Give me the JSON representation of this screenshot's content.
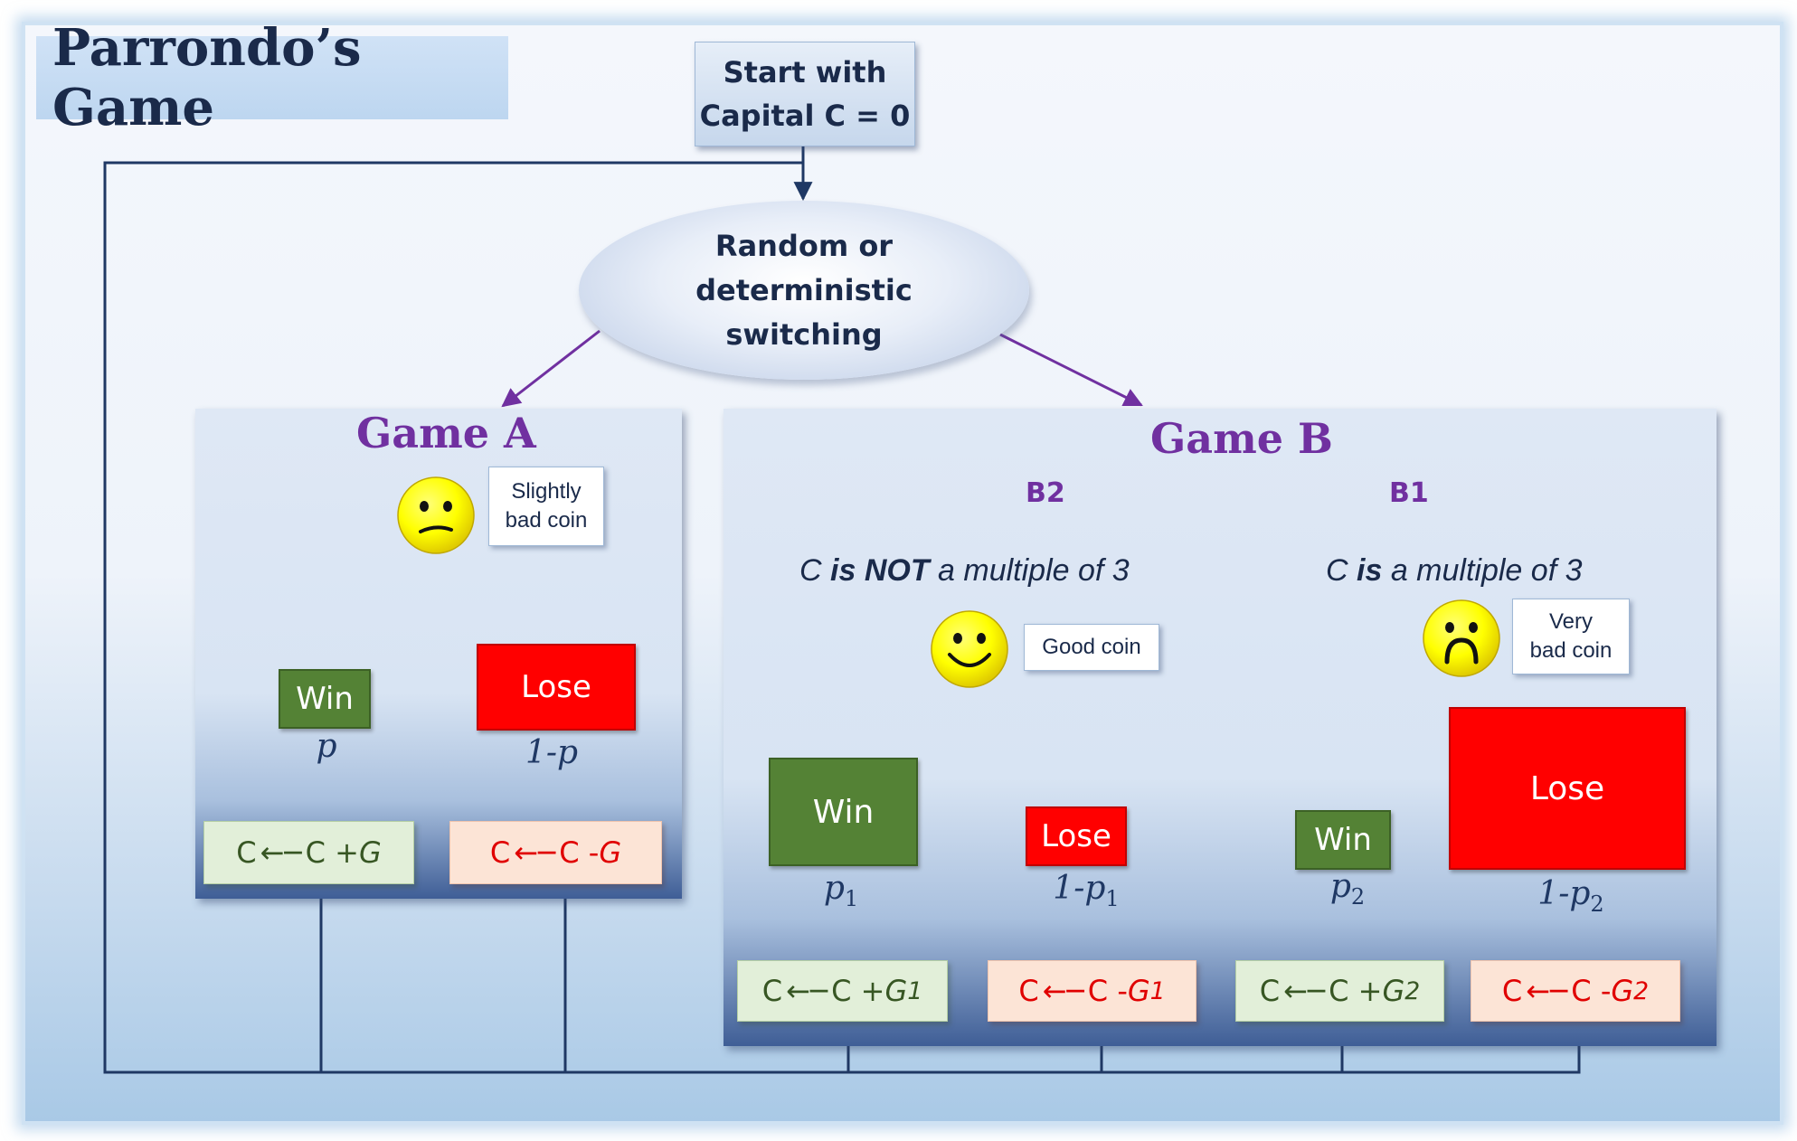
{
  "title": "Parrondo’s Game",
  "start": {
    "line1": "Start with",
    "line2": "Capital C = 0"
  },
  "switching": {
    "line1": "Random or",
    "line2": "deterministic",
    "line3": "switching"
  },
  "game_a": {
    "title": "Game A",
    "coin": {
      "line1": "Slightly",
      "line2": "bad coin",
      "face": "neutral-face-icon"
    },
    "win": {
      "label": "Win",
      "prob": "p",
      "result": {
        "c": "C",
        "expr": "C + ",
        "g": "G"
      }
    },
    "lose": {
      "label": "Lose",
      "prob": "1-p",
      "result": {
        "c": "C",
        "expr": "C - ",
        "g": "G"
      }
    }
  },
  "game_b": {
    "title": "Game B",
    "b2": {
      "label": "B2",
      "condition": {
        "c": "C",
        "is": "is NOT",
        "rest": " a multiple of 3"
      },
      "coin": {
        "label": "Good coin",
        "face": "smiley-face-icon"
      },
      "win": {
        "label": "Win",
        "prob": "p",
        "prob_sub": "1",
        "result": {
          "c": "C",
          "expr": "C + ",
          "g": "G",
          "g_sub": "1"
        }
      },
      "lose": {
        "label": "Lose",
        "prob": "1-p",
        "prob_sub": "1",
        "result": {
          "c": "C",
          "expr": "C - ",
          "g": "G",
          "g_sub": "1"
        }
      }
    },
    "b1": {
      "label": "B1",
      "condition": {
        "c": "C",
        "is": "is",
        "rest": " a multiple of 3"
      },
      "coin": {
        "line1": "Very",
        "line2": "bad coin",
        "face": "frown-face-icon"
      },
      "win": {
        "label": "Win",
        "prob": "p",
        "prob_sub": "2",
        "result": {
          "c": "C",
          "expr": "C + ",
          "g": "G",
          "g_sub": "2"
        }
      },
      "lose": {
        "label": "Lose",
        "prob": "1-p",
        "prob_sub": "2",
        "result": {
          "c": "C",
          "expr": "C - ",
          "g": "G",
          "g_sub": "2"
        }
      }
    }
  },
  "colors": {
    "title_purple": "#7030a0",
    "win_green": "#548235",
    "lose_red": "#ff0000",
    "wire_navy": "#1f3864",
    "face_yellow": "#ffff00"
  }
}
